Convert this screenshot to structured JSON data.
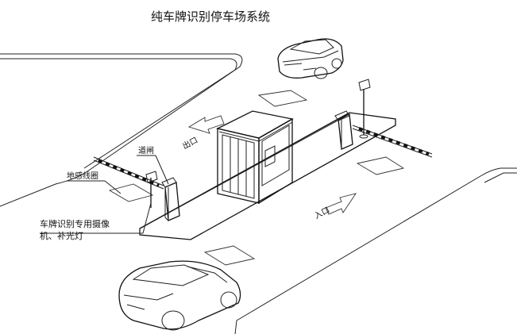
{
  "title": "纯车牌识别停车场系统",
  "labels": {
    "gate": "道闸",
    "loop": "地感线圈",
    "camera": "车牌识别专用摄像",
    "camera_line2": "机、补光灯",
    "exit": "出口",
    "entrance": "入口"
  },
  "colors": {
    "ink": "#111111",
    "background": "#ffffff"
  }
}
